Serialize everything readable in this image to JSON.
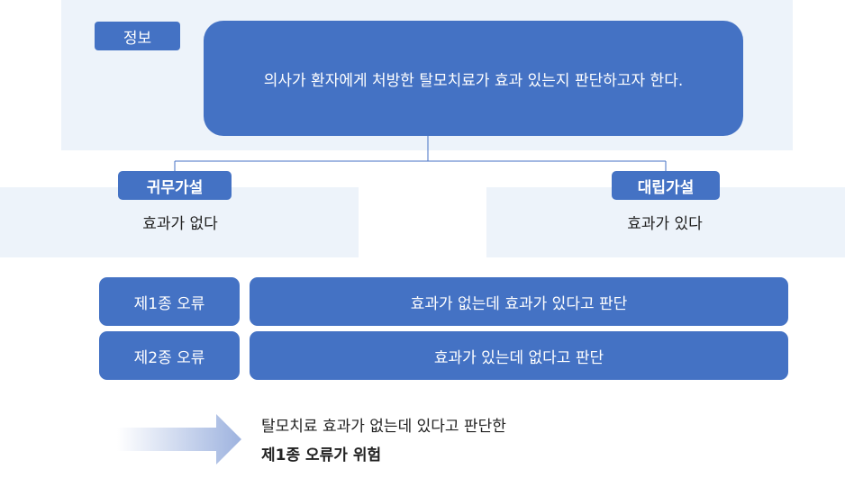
{
  "info": {
    "label": "정보",
    "text": "의사가 환자에게 처방한 탈모치료가 효과 있는지 판단하고자 한다."
  },
  "null_hypothesis": {
    "label": "귀무가설",
    "text": "효과가 없다"
  },
  "alt_hypothesis": {
    "label": "대립가설",
    "text": "효과가 있다"
  },
  "errors": [
    {
      "label": "제1종 오류",
      "text": "효과가 없는데 효과가 있다고 판단"
    },
    {
      "label": "제2종 오류",
      "text": "효과가 있는데 없다고 판단"
    }
  ],
  "conclusion": {
    "line1": "탈모치료 효과가 없는데 있다고 판단한",
    "line2": "제1종 오류가 위험"
  },
  "colors": {
    "accent": "#4472c4",
    "panel": "#edf3fa"
  }
}
